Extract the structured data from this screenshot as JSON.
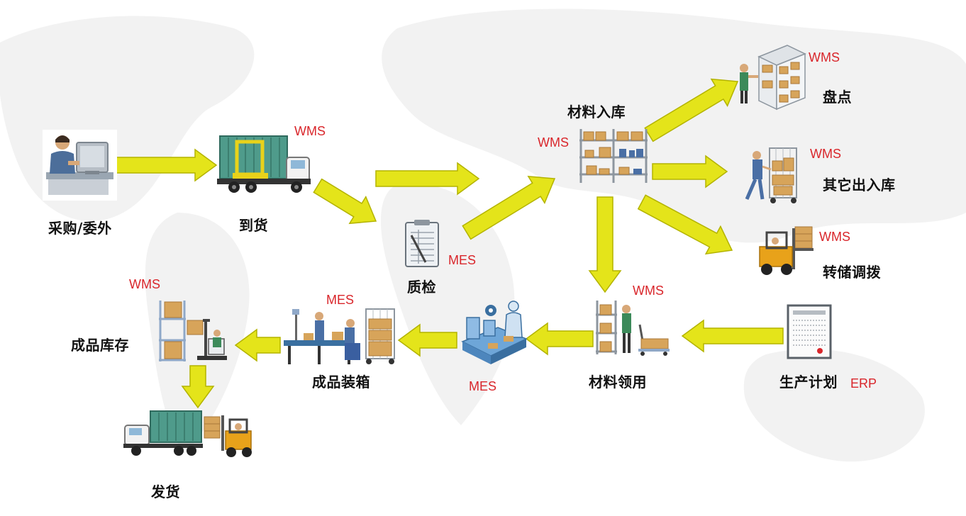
{
  "colors": {
    "arrow_fill": "#e4e41a",
    "arrow_shade": "#b3b300",
    "system_label": "#d9262b",
    "step_label": "#111111",
    "map_bg": "#f2f2f2"
  },
  "steps": {
    "purchase": {
      "label": "采购/委外",
      "icon": "office-worker-icon"
    },
    "arrival": {
      "label": "到货",
      "system": "WMS",
      "icon": "container-truck-icon"
    },
    "inspection": {
      "label": "质检",
      "system": "MES",
      "icon": "clipboard-icon"
    },
    "material_in": {
      "label": "材料入库",
      "system": "WMS",
      "icon": "warehouse-shelf-icon"
    },
    "stocktake": {
      "label": "盘点",
      "system": "WMS",
      "icon": "rack-worker-icon"
    },
    "other_in_out": {
      "label": "其它出入库",
      "system": "WMS",
      "icon": "cart-worker-icon"
    },
    "transfer": {
      "label": "转储调拨",
      "system": "WMS",
      "icon": "forklift-icon"
    },
    "production_plan": {
      "label": "生产计划",
      "system": "ERP",
      "icon": "plan-document-icon"
    },
    "material_issue": {
      "label": "材料领用",
      "system": "WMS",
      "icon": "shelf-picker-icon"
    },
    "manufacturing": {
      "system": "MES",
      "icon": "assembly-robot-icon"
    },
    "packing": {
      "label": "成品装箱",
      "system": "MES",
      "icon": "packing-line-icon"
    },
    "fg_stock": {
      "label": "成品库存",
      "system": "WMS",
      "icon": "stacker-shelf-icon"
    },
    "shipping": {
      "label": "发货",
      "icon": "truck-forklift-icon"
    }
  }
}
